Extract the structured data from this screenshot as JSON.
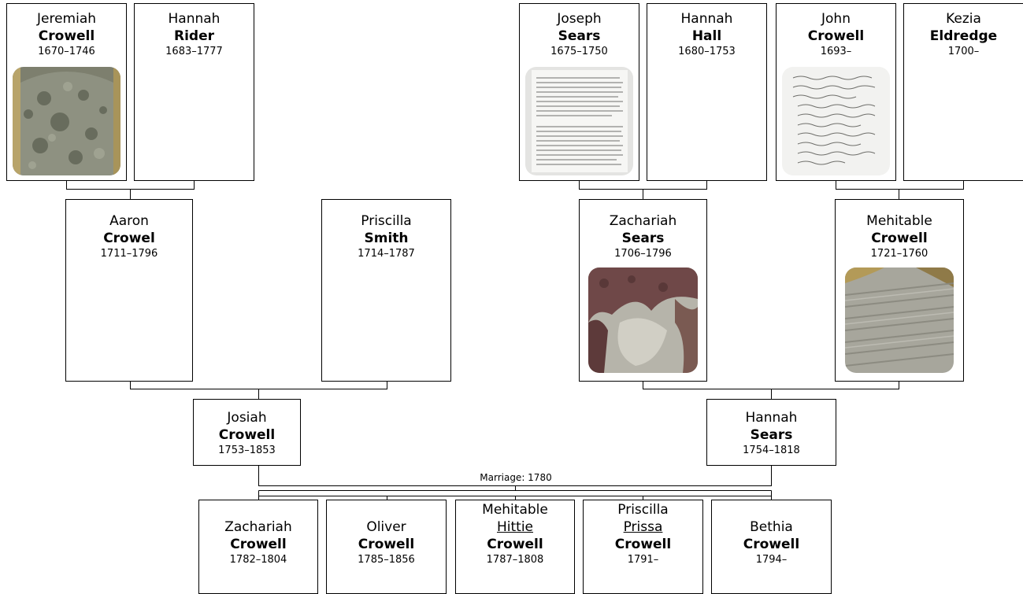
{
  "people": {
    "jeremiah": {
      "given": "Jeremiah",
      "surname": "Crowell",
      "dates": "1670–1746",
      "photo": "gravestone"
    },
    "hannah_rider": {
      "given": "Hannah",
      "surname": "Rider",
      "dates": "1683–1777"
    },
    "joseph": {
      "given": "Joseph",
      "surname": "Sears",
      "dates": "1675–1750",
      "photo": "document"
    },
    "hannah_hall": {
      "given": "Hannah",
      "surname": "Hall",
      "dates": "1680–1753"
    },
    "john": {
      "given": "John",
      "surname": "Crowell",
      "dates": "1693–",
      "photo": "document"
    },
    "kezia": {
      "given": "Kezia",
      "surname": "Eldredge",
      "dates": "1700–"
    },
    "aaron": {
      "given": "Aaron",
      "surname": "Crowel",
      "dates": "1711–1796"
    },
    "priscilla_smith": {
      "given": "Priscilla",
      "surname": "Smith",
      "dates": "1714–1787"
    },
    "zachariah_sears": {
      "given": "Zachariah",
      "surname": "Sears",
      "dates": "1706–1796",
      "photo": "gravestone"
    },
    "mehitable_crowell": {
      "given": "Mehitable",
      "surname": "Crowell",
      "dates": "1721–1760",
      "photo": "gravestone"
    },
    "josiah": {
      "given": "Josiah",
      "surname": "Crowell",
      "dates": "1753–1853"
    },
    "hannah_sears": {
      "given": "Hannah",
      "surname": "Sears",
      "dates": "1754–1818"
    },
    "child1": {
      "given": "Zachariah",
      "surname": "Crowell",
      "dates": "1782–1804"
    },
    "child2": {
      "given": "Oliver",
      "surname": "Crowell",
      "dates": "1785–1856"
    },
    "child3": {
      "given": "Mehitable",
      "nickname": "Hittie",
      "surname": "Crowell",
      "dates": "1787–1808"
    },
    "child4": {
      "given": "Priscilla",
      "nickname": "Prissa",
      "surname": "Crowell",
      "dates": "1791–"
    },
    "child5": {
      "given": "Bethia",
      "surname": "Crowell",
      "dates": "1794–"
    }
  },
  "marriage_label": "Marriage: 1780",
  "colors": {
    "line": "#000000",
    "box_border": "#000000",
    "background": "#ffffff"
  }
}
